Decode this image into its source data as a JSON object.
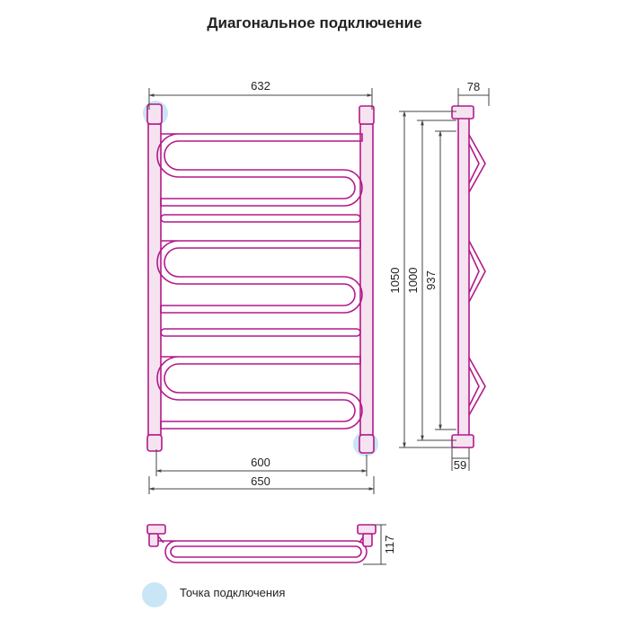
{
  "title": "Диагональное подключение",
  "legend": {
    "label": "Точка подключения",
    "marker_color": "#c8e6f5"
  },
  "colors": {
    "pipe": "#b3198a",
    "pipe_fill": "#f6e3f0",
    "dim": "#444444",
    "marker": "#c8e6f5"
  },
  "dimensions": {
    "top_width": "632",
    "inner_width": "600",
    "outer_width": "650",
    "height_total": "1050",
    "height_1000": "1000",
    "height_937": "937",
    "depth_top": "78",
    "depth_bottom": "59",
    "profile_depth": "117"
  }
}
